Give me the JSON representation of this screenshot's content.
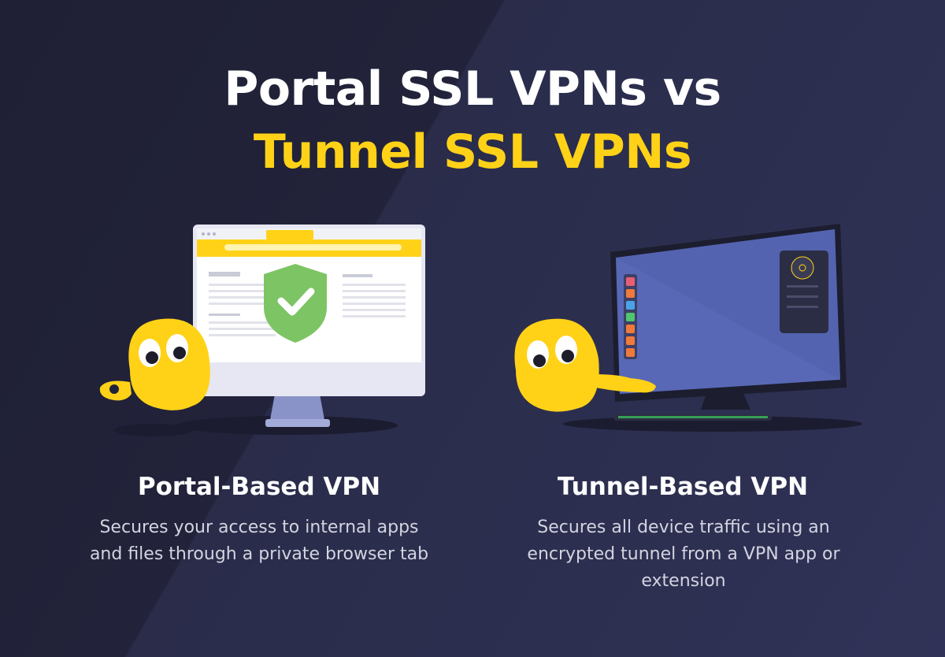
{
  "title": {
    "line1": "Portal SSL VPNs vs",
    "line2": "Tunnel SSL VPNs"
  },
  "colors": {
    "background": "#22233a",
    "accent_yellow": "#ffd218",
    "shield_green": "#7dc464",
    "screen_blue": "#5868b6"
  },
  "portal": {
    "title": "Portal-Based VPN",
    "description": "Secures your access to internal apps and files through a private browser tab"
  },
  "tunnel": {
    "title": "Tunnel-Based VPN",
    "description": "Secures all device traffic using an encrypted tunnel from a VPN app or extension"
  }
}
